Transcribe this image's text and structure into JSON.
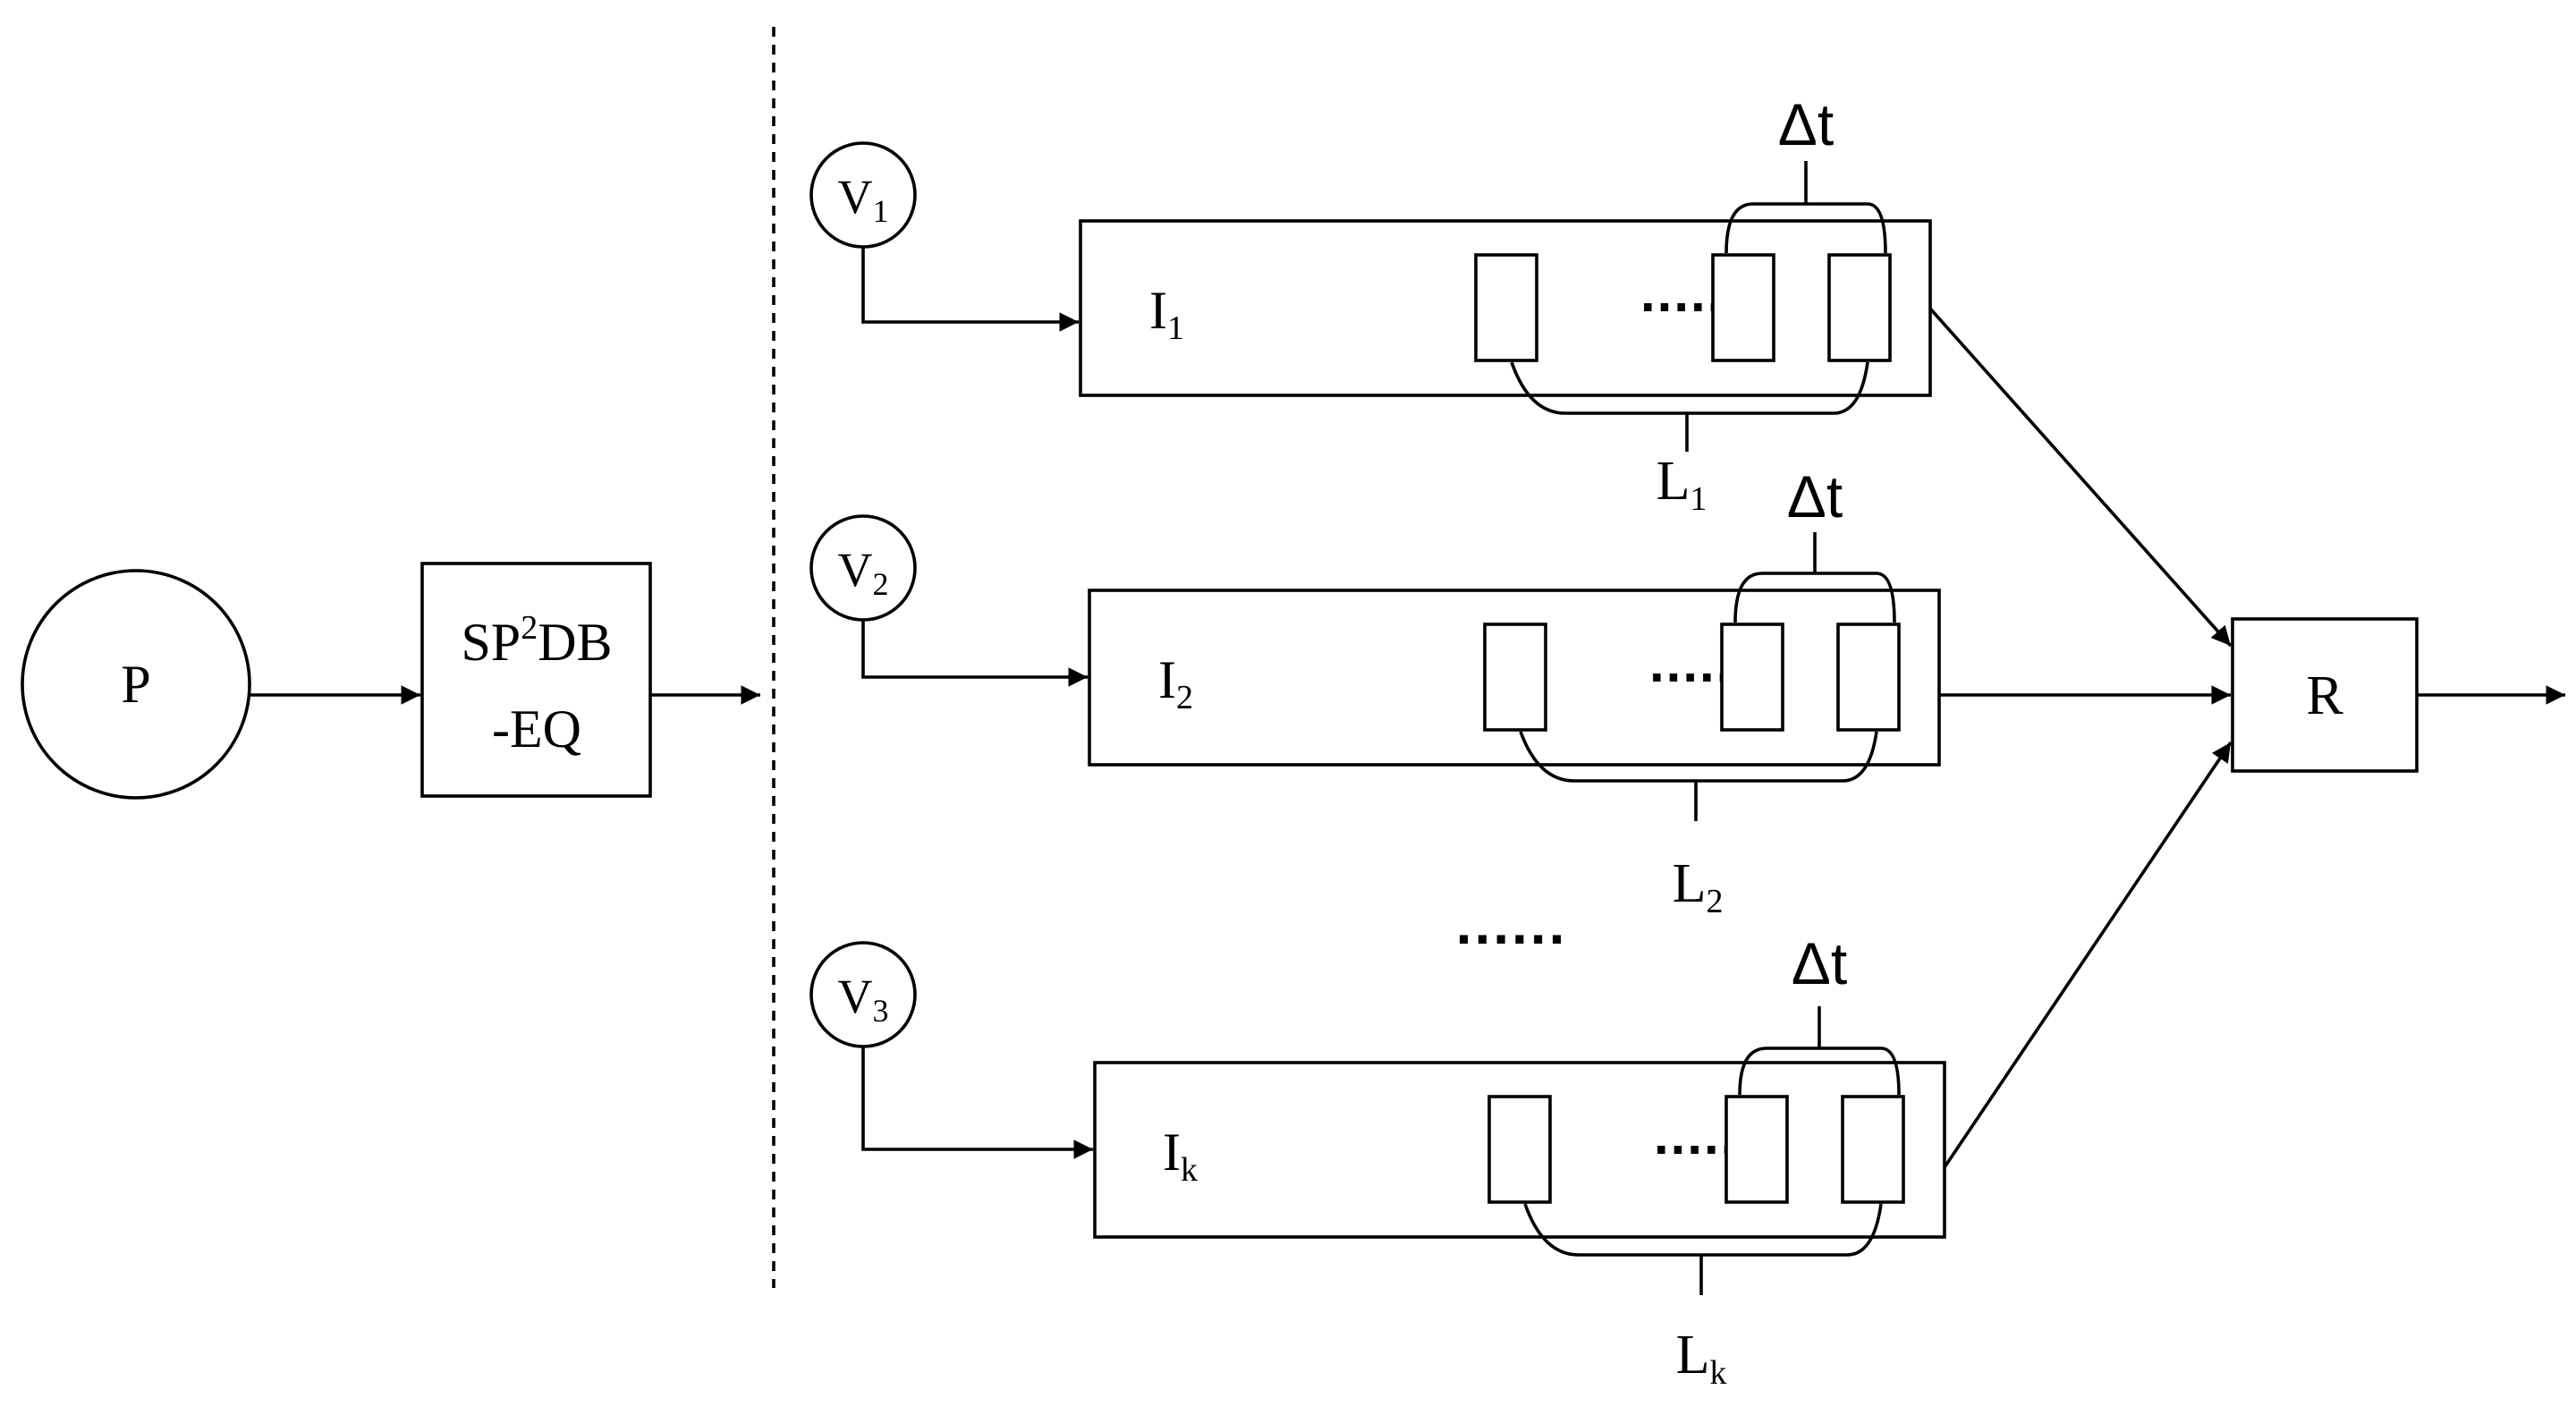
{
  "source": {
    "label": "P"
  },
  "encoder": {
    "line1_a": "SP",
    "line1_sup": "2",
    "line1_b": "DB",
    "line2": "-EQ"
  },
  "receiver": {
    "label": "R"
  },
  "ellipsis_between": "......",
  "channels": [
    {
      "v_base": "V",
      "v_sub": "1",
      "i_base": "I",
      "i_sub": "1",
      "ellipsis": "......",
      "delta": "Δt",
      "l_base": "L",
      "l_sub": "1"
    },
    {
      "v_base": "V",
      "v_sub": "2",
      "i_base": "I",
      "i_sub": "2",
      "ellipsis": "......",
      "delta": "Δt",
      "l_base": "L",
      "l_sub": "2"
    },
    {
      "v_base": "V",
      "v_sub": "3",
      "i_base": "I",
      "i_sub": "k",
      "ellipsis": "......",
      "delta": "Δt",
      "l_base": "L",
      "l_sub": "k"
    }
  ]
}
